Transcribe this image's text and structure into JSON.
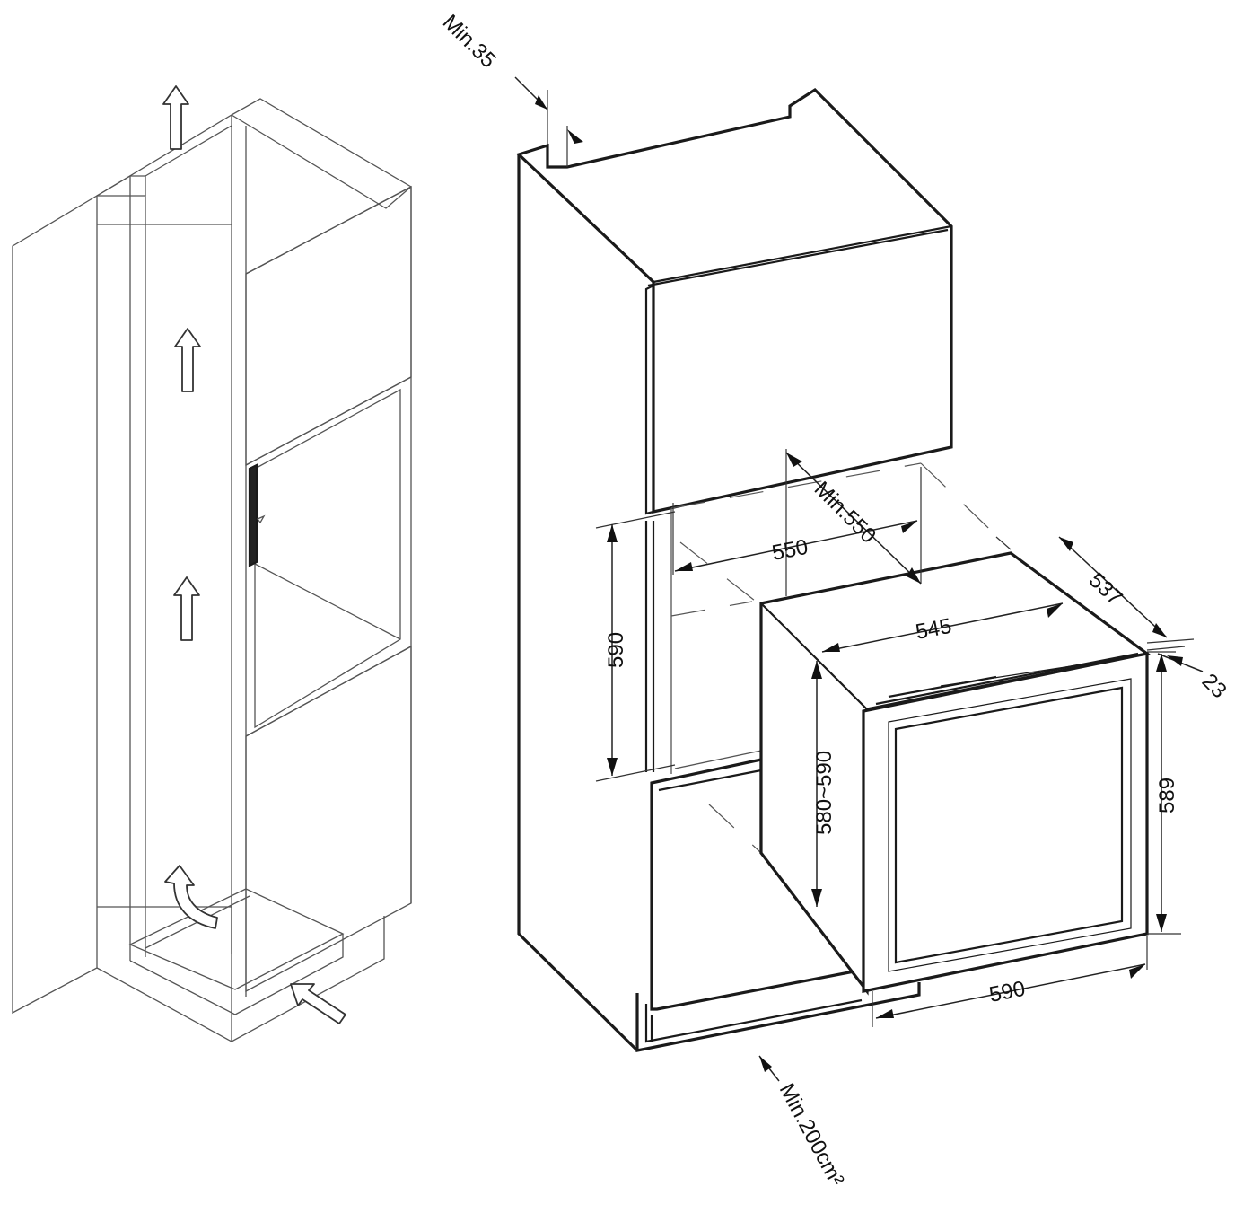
{
  "labels": {
    "min35": "Min.35",
    "min550": "Min.550",
    "w550": "550",
    "h590": "590",
    "d537": "537",
    "w545": "545",
    "t23": "23",
    "h580_590": "580~590",
    "h589": "589",
    "w590": "590",
    "vent": "Min.200cm²"
  },
  "icons": [
    "up-arrow-icon",
    "curved-arrow-icon",
    "inlet-arrow-icon"
  ]
}
